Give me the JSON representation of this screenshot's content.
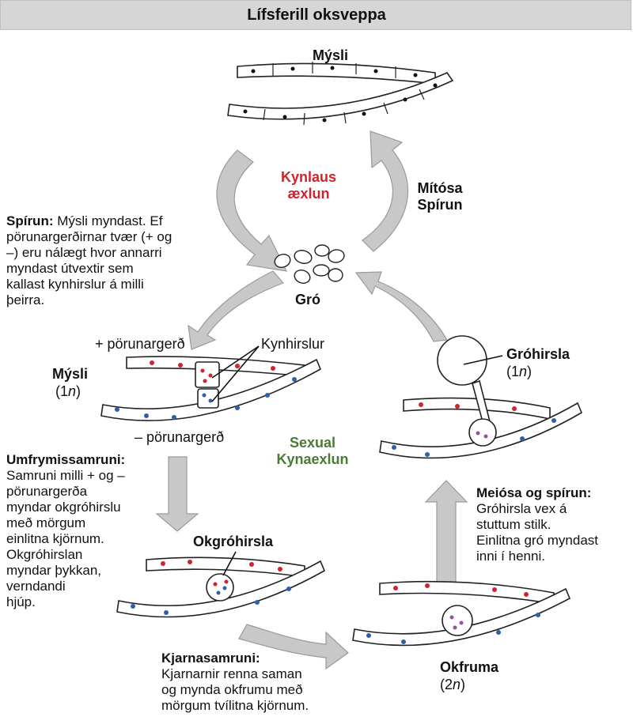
{
  "title": "Lífsferill oksveppa",
  "labels": {
    "mysli_top": "Mýsli",
    "kynlaus_line1": "Kynlaus",
    "kynlaus_line2": "æxlun",
    "mitosa_line1": "Mítósa",
    "mitosa_line2": "Spírun",
    "gro": "Gró",
    "kynhirslur": "Kynhirslur",
    "plus_strain": "+ pörunargerð",
    "minus_strain": "– pörunargerð",
    "mysli_mid": "Mýsli",
    "ploidy_1n_a_pre": "(1",
    "ploidy_n": "n",
    "ploidy_close": ")",
    "grohirsla": "Gróhirsla",
    "sexual_line1": "Sexual",
    "sexual_line2": "Kynaexlun",
    "okgrohirsla": "Okgróhirsla",
    "okfruma": "Okfruma",
    "ploidy_2n_pre": "(2"
  },
  "spirun": {
    "heading": "Spírun:",
    "lines": [
      " Mýsli myndast. Ef",
      "pörunargerðirnar tvær (+ og",
      "–) eru nálægt hvor annarri",
      "myndast útvextir sem",
      "kallast kynhirslur á milli",
      "þeirra."
    ]
  },
  "umfrymis": {
    "heading": "Umfrymissamruni:",
    "lines": [
      "Samruni milli + og –",
      "pörunargerða",
      "myndar okgróhirslu",
      "með mörgum",
      "einlitna kjörnum.",
      "Okgróhirslan",
      "myndar þykkan,",
      "verndandi",
      "hjúp."
    ]
  },
  "meiosa": {
    "heading": "Meiósa og spírun:",
    "lines": [
      "Gróhirsla vex á",
      "stuttum stilk.",
      "Einlitna gró myndast",
      "inni í henni."
    ]
  },
  "kjarna": {
    "heading": "Kjarnasamruni:",
    "lines": [
      "Kjarnarnir renna saman",
      "og mynda okfrumu með",
      "mörgum tvílitna kjörnum."
    ]
  },
  "colors": {
    "plus_nucleus": "#d0232e",
    "minus_nucleus": "#2f5fa8",
    "zygote_nucleus": "#9a4f9e",
    "arrow_fill": "#c8c8c8",
    "sexual_label": "#4a7a35",
    "asexual_label": "#d0232e"
  }
}
